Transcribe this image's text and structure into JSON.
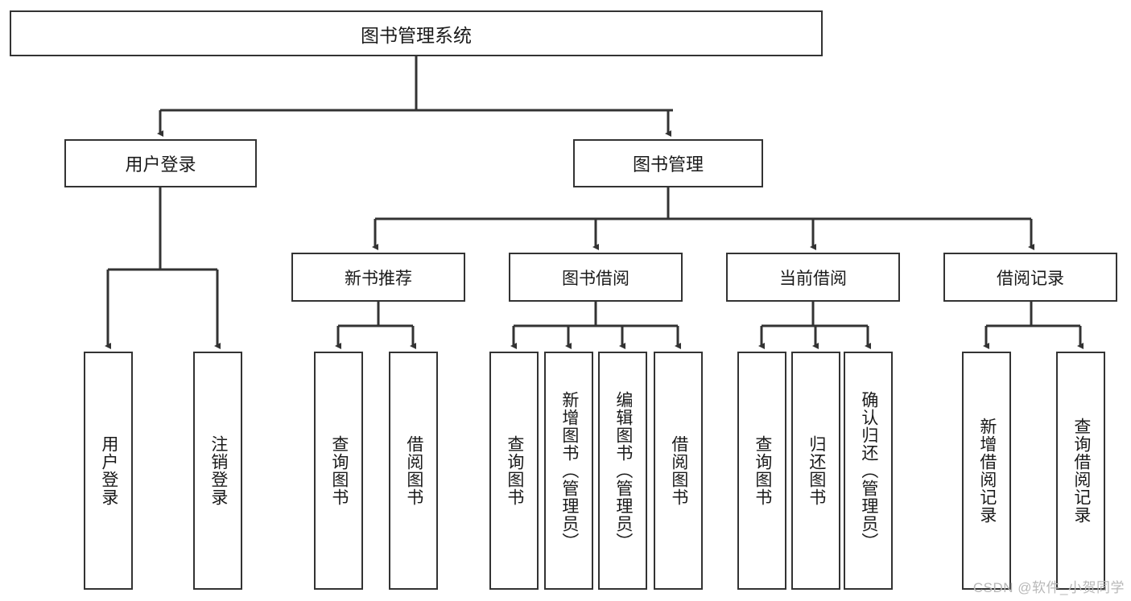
{
  "diagram": {
    "type": "tree",
    "title": "图书管理系统",
    "watermark": "CSDN @软件_小贺同学",
    "colors": {
      "border": "#333333",
      "background": "#ffffff",
      "text": "#1a1a1a",
      "watermark": "#b8b8b8"
    },
    "root": {
      "label": "图书管理系统"
    },
    "level1": [
      {
        "label": "用户登录"
      },
      {
        "label": "图书管理"
      }
    ],
    "level2": [
      {
        "label": "新书推荐"
      },
      {
        "label": "图书借阅"
      },
      {
        "label": "当前借阅"
      },
      {
        "label": "借阅记录"
      }
    ],
    "leaves": {
      "user_login": [
        {
          "label": "用户登录"
        },
        {
          "label": "注销登录"
        }
      ],
      "new_book_recommend": [
        {
          "label": "查询图书"
        },
        {
          "label": "借阅图书"
        }
      ],
      "book_borrow": [
        {
          "label": "查询图书"
        },
        {
          "label": "新增图书（管理员）"
        },
        {
          "label": "编辑图书（管理员）"
        },
        {
          "label": "借阅图书"
        }
      ],
      "current_borrow": [
        {
          "label": "查询图书"
        },
        {
          "label": "归还图书"
        },
        {
          "label": "确认归还（管理员）"
        }
      ],
      "borrow_record": [
        {
          "label": "新增借阅记录"
        },
        {
          "label": "查询借阅记录"
        }
      ]
    }
  }
}
